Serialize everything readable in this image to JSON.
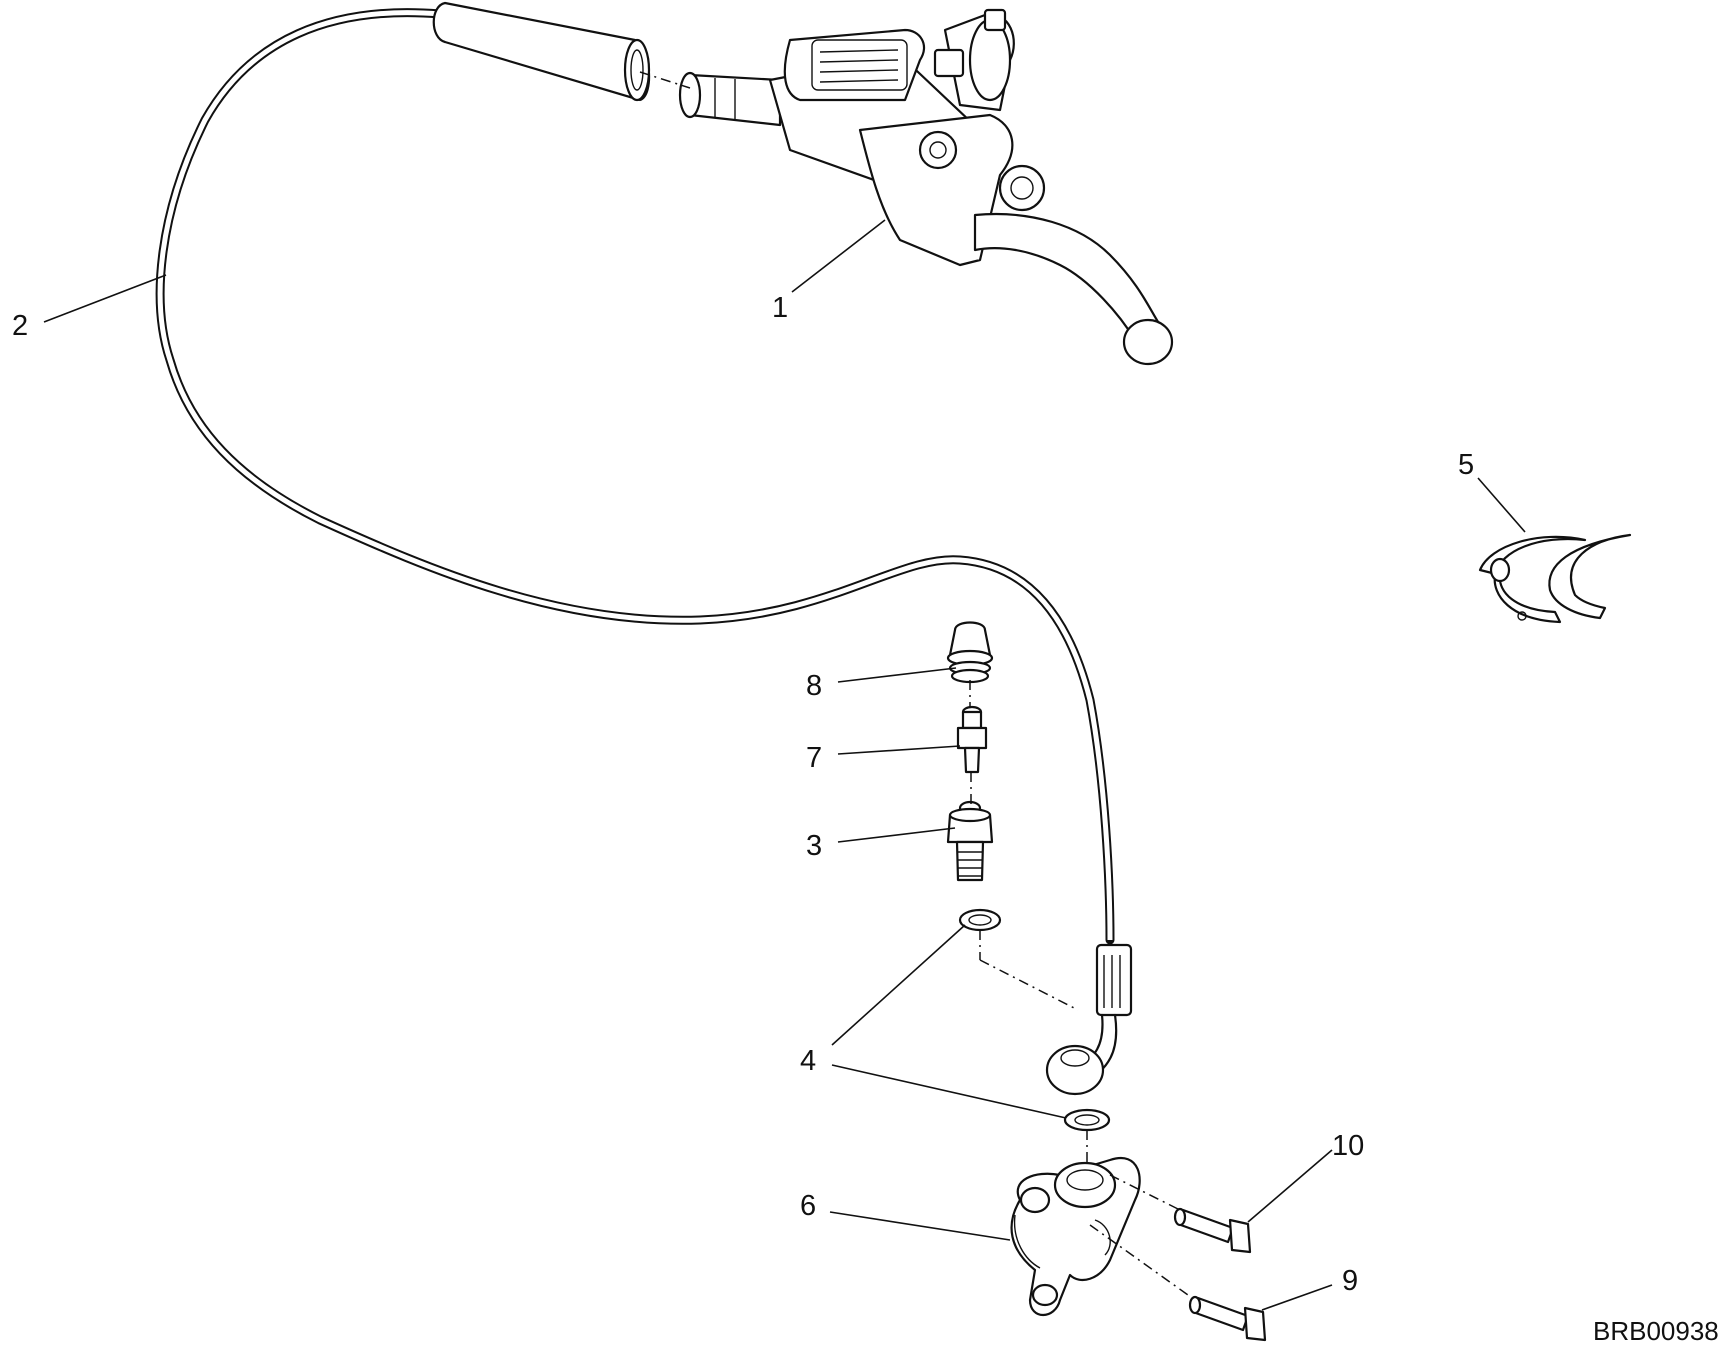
{
  "diagram": {
    "code": "BRB00938",
    "callouts": {
      "c1": "1",
      "c2": "2",
      "c3": "3",
      "c4": "4",
      "c5": "5",
      "c6": "6",
      "c7": "7",
      "c8": "8",
      "c9": "9",
      "c10": "10"
    }
  }
}
